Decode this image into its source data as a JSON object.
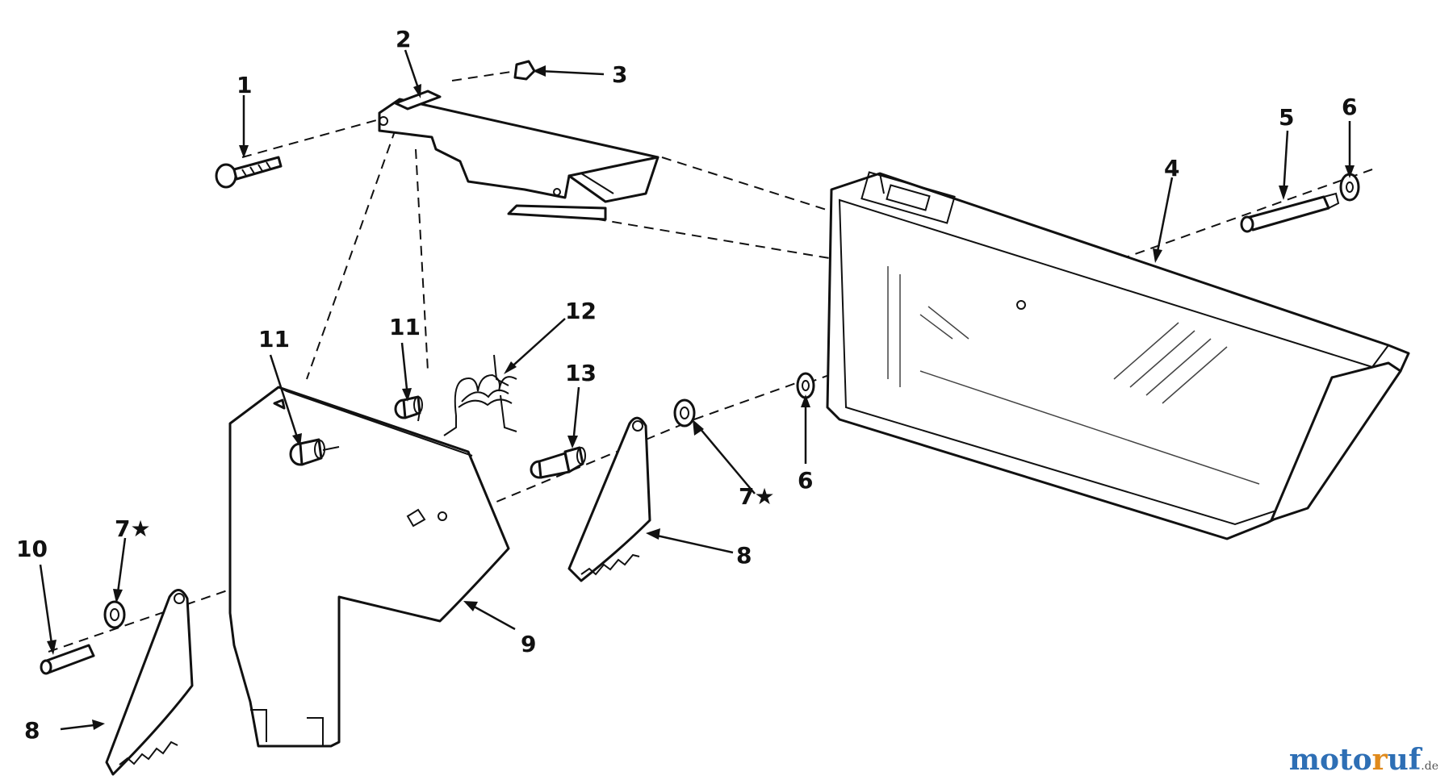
{
  "callouts": {
    "c1": "1",
    "c2": "2",
    "c3": "3",
    "c4": "4",
    "c5": "5",
    "c6a": "6",
    "c6b": "6",
    "c7a": "7★",
    "c7b": "7★",
    "c8a": "8",
    "c8b": "8",
    "c9": "9",
    "c10": "10",
    "c11a": "11",
    "c11b": "11",
    "c12": "12",
    "c13": "13"
  },
  "watermark": {
    "a": "moto",
    "b": "r",
    "c": "uf",
    "d": ".de"
  }
}
